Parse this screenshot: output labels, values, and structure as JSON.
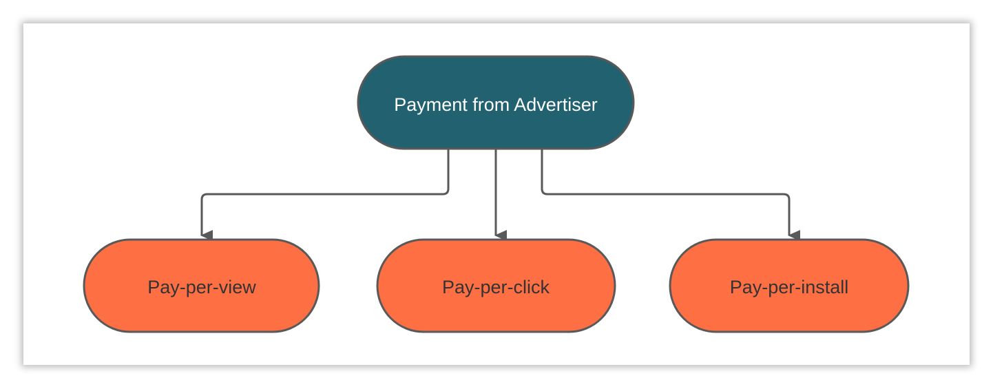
{
  "diagram": {
    "root": {
      "label": "Payment from Advertiser",
      "fill": "#216170",
      "text_color": "#ffffff"
    },
    "children": [
      {
        "label": "Pay-per-view"
      },
      {
        "label": "Pay-per-click"
      },
      {
        "label": "Pay-per-install"
      }
    ],
    "colors": {
      "child_fill": "#fe6f43",
      "child_text": "#333333",
      "stroke": "#595959",
      "connector": "#595959"
    }
  }
}
